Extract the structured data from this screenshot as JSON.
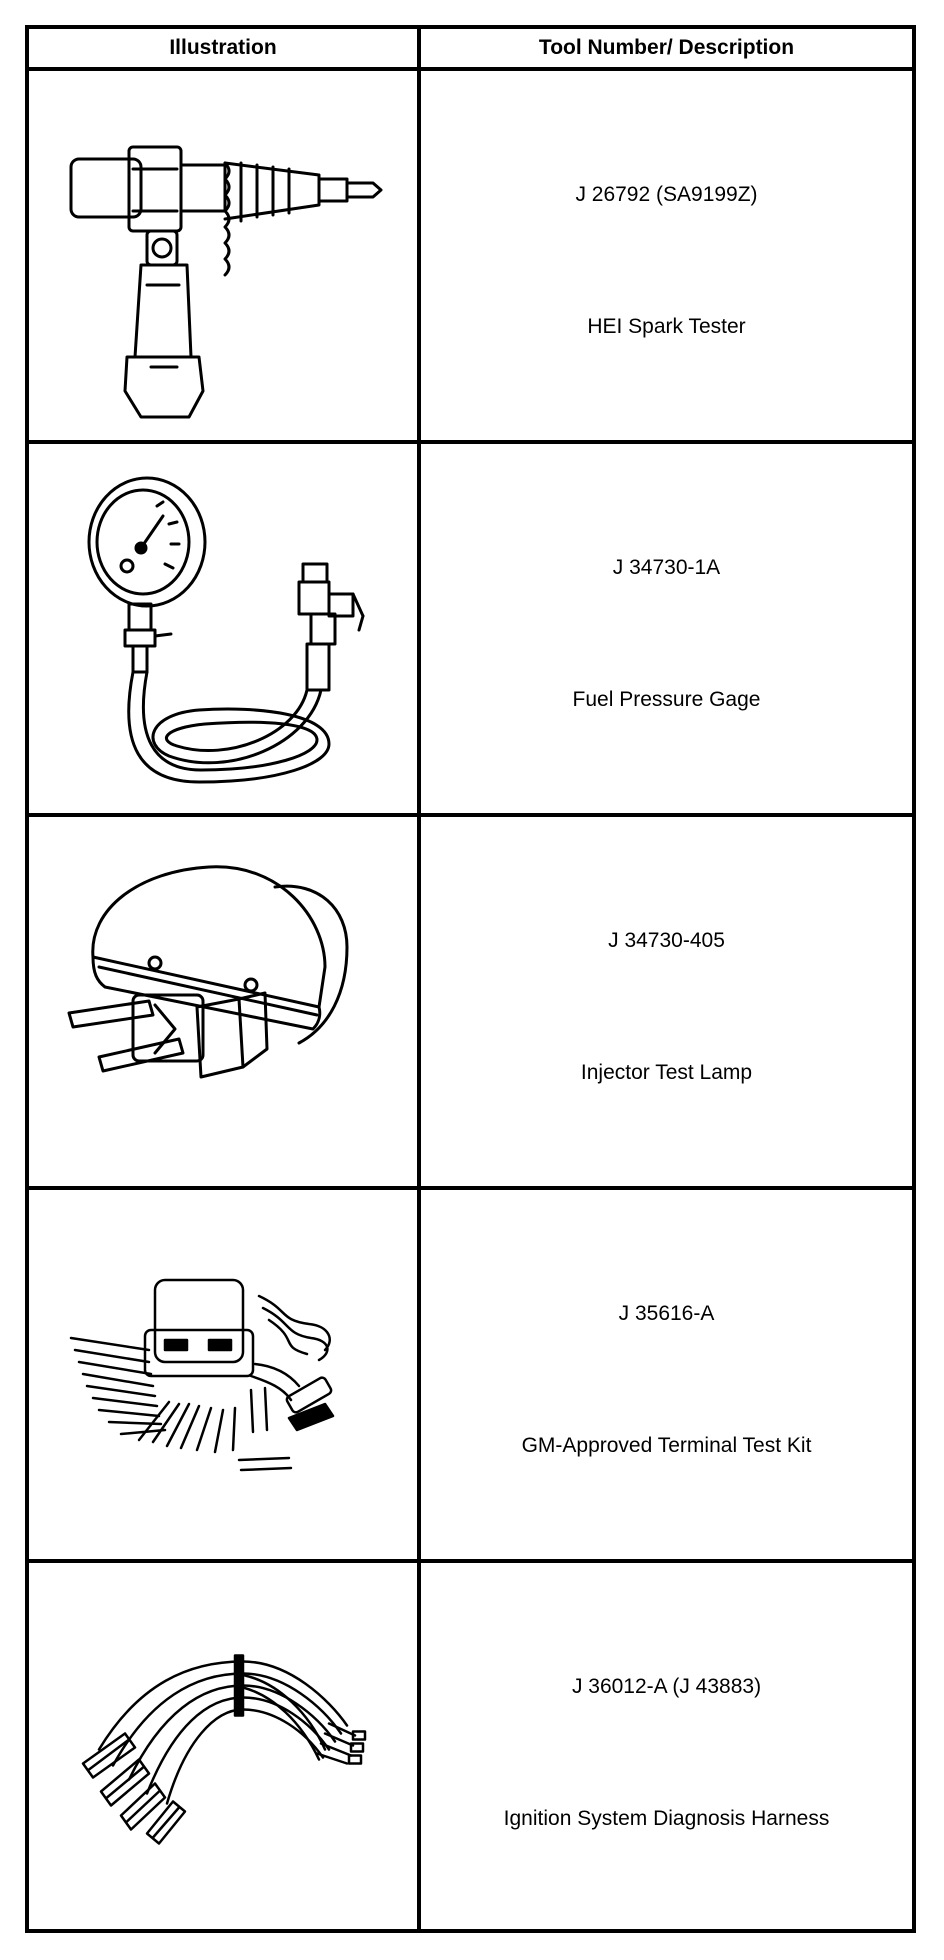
{
  "table": {
    "header": {
      "illustration": "Illustration",
      "tool": "Tool Number/ Description"
    },
    "rows": [
      {
        "tool_number": "J 26792 (SA9199Z)",
        "description": "HEI Spark Tester",
        "icon": "spark-tester-icon"
      },
      {
        "tool_number": "J 34730-1A",
        "description": "Fuel Pressure Gage",
        "icon": "fuel-pressure-gage-icon"
      },
      {
        "tool_number": "J 34730-405",
        "description": "Injector Test Lamp",
        "icon": "injector-test-lamp-icon"
      },
      {
        "tool_number": "J 35616-A",
        "description": "GM-Approved Terminal Test Kit",
        "icon": "terminal-test-kit-icon"
      },
      {
        "tool_number": "J 36012-A (J 43883)",
        "description": "Ignition System Diagnosis Harness",
        "icon": "ignition-harness-icon"
      }
    ]
  }
}
